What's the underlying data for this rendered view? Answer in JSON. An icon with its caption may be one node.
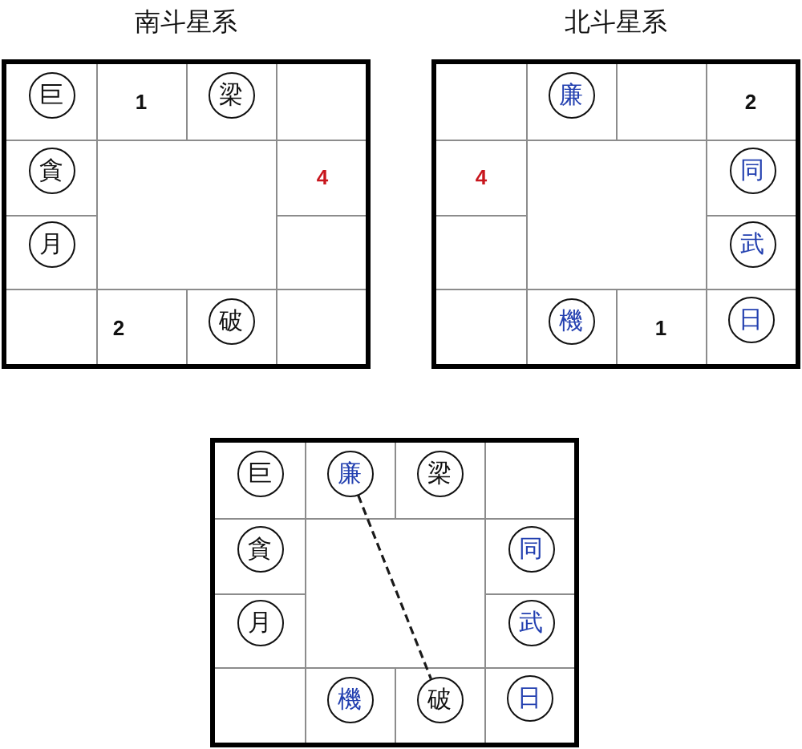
{
  "diagram": {
    "nodes": [
      {
        "text": [
          "南斗星系"
        ]
      },
      {
        "text": [],
        "shape": "box",
        "in": 0
      },
      {
        "text": [
          "巨"
        ],
        "in": 1
      },
      {
        "text": [
          "1"
        ],
        "in": 0
      },
      {
        "text": [],
        "shape": "box",
        "in": 0
      },
      {
        "text": [
          "梁"
        ],
        "in": 4
      },
      {
        "text": [],
        "shape": "box",
        "in": 0
      },
      {
        "text": [],
        "shape": "box",
        "in": 0
      },
      {
        "text": [
          "貪"
        ],
        "in": 7
      },
      {
        "text": [
          "4"
        ],
        "in": 0
      },
      {
        "text": [],
        "shape": "box",
        "in": 0
      },
      {
        "text": [
          "月"
        ],
        "in": 10
      },
      {
        "text": [],
        "shape": "box",
        "in": 0
      },
      {
        "text": [],
        "shape": "box",
        "in": 0
      },
      {
        "text": [
          "2"
        ],
        "in": 0
      },
      {
        "text": [],
        "shape": "box",
        "in": 0
      },
      {
        "text": [
          "破"
        ],
        "in": 15
      },
      {
        "text": [],
        "shape": "box",
        "in": 0
      },
      {
        "text": [
          "北斗星系"
        ]
      },
      {
        "text": [],
        "shape": "box",
        "in": 18
      },
      {
        "text": [],
        "shape": "box",
        "in": 18
      },
      {
        "text": [
          "廉"
        ],
        "in": 20
      },
      {
        "text": [],
        "shape": "box",
        "in": 18
      },
      {
        "text": [
          "2"
        ],
        "in": 18
      },
      {
        "text": [
          "4"
        ],
        "in": 18
      },
      {
        "text": [],
        "shape": "box",
        "in": 18
      },
      {
        "text": [
          "同"
        ],
        "in": 25
      },
      {
        "text": [],
        "shape": "box",
        "in": 18
      },
      {
        "text": [],
        "shape": "box",
        "in": 18
      },
      {
        "text": [
          "武"
        ],
        "in": 28
      },
      {
        "text": [],
        "shape": "box",
        "in": 18
      },
      {
        "text": [],
        "shape": "box",
        "in": 18
      },
      {
        "text": [
          "機"
        ],
        "in": 31
      },
      {
        "text": [
          "1"
        ],
        "in": 18
      },
      {
        "text": [],
        "shape": "box",
        "in": 18
      },
      {
        "text": [
          "日"
        ],
        "in": 34
      },
      {
        "text": [],
        "shape": "box"
      },
      {
        "text": [],
        "shape": "box",
        "in": 36
      },
      {
        "text": [
          "巨"
        ],
        "in": 37
      },
      {
        "text": [],
        "shape": "box",
        "in": 36
      },
      {
        "text": [
          "廉"
        ],
        "in": 39
      },
      {
        "text": [],
        "shape": "box",
        "in": 36
      },
      {
        "text": [
          "梁"
        ],
        "in": 41
      },
      {
        "text": [],
        "shape": "box",
        "in": 36
      },
      {
        "text": [],
        "shape": "box",
        "in": 36
      },
      {
        "text": [
          "貪"
        ],
        "in": 44
      },
      {
        "text": [],
        "shape": "box",
        "in": 36
      },
      {
        "text": [
          "同"
        ],
        "in": 46
      },
      {
        "text": [],
        "shape": "box",
        "in": 36
      },
      {
        "text": [
          "月"
        ],
        "in": 48
      },
      {
        "text": [],
        "shape": "box",
        "in": 36
      },
      {
        "text": [
          "武"
        ],
        "in": 50
      },
      {
        "text": [],
        "shape": "box",
        "in": 36
      },
      {
        "text": [],
        "shape": "box",
        "in": 36
      },
      {
        "text": [
          "機"
        ],
        "in": 53
      },
      {
        "text": [],
        "shape": "box",
        "in": 36
      },
      {
        "text": [
          "破"
        ],
        "in": 55
      },
      {
        "text": [],
        "shape": "box",
        "in": 36
      },
      {
        "text": [
          "日"
        ],
        "in": 57
      }
    ],
    "edges": [
      {
        "from": 40,
        "to": 56,
        "arrow": "none",
        "style": "dashed"
      }
    ]
  }
}
